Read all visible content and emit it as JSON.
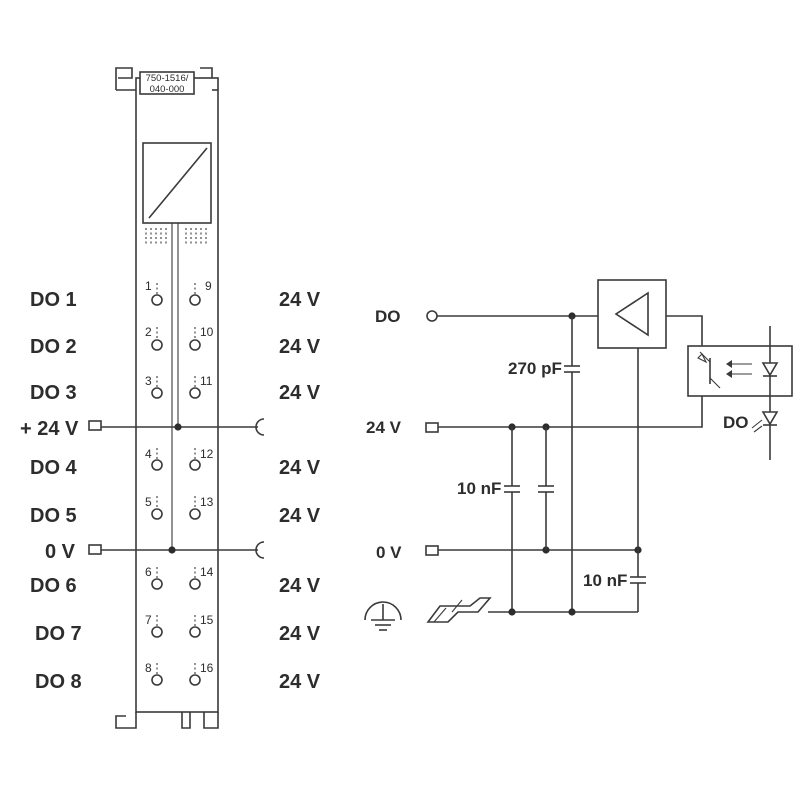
{
  "module": {
    "part_number_line1": "750-1516/",
    "part_number_line2": "040-000"
  },
  "left_labels": {
    "do1": "DO 1",
    "do2": "DO 2",
    "do3": "DO 3",
    "plus24v": "+ 24 V",
    "do4": "DO 4",
    "do5": "DO 5",
    "zero_v": "0 V",
    "do6": "DO 6",
    "do7": "DO 7",
    "do8": "DO 8"
  },
  "right_labels": {
    "r1": "24 V",
    "r2": "24 V",
    "r3": "24 V",
    "r4": "24 V",
    "r5": "24 V",
    "r6": "24 V",
    "r7": "24 V",
    "r8": "24 V"
  },
  "terminals": [
    "1",
    "2",
    "3",
    "4",
    "5",
    "6",
    "7",
    "8",
    "9",
    "10",
    "11",
    "12",
    "13",
    "14",
    "15",
    "16"
  ],
  "circuit": {
    "do_label": "DO",
    "v24_label": "24 V",
    "v0_label": "0 V",
    "cap_270pf": "270 pF",
    "cap_10nf_a": "10 nF",
    "cap_10nf_b": "10 nF",
    "led_do_label": "DO"
  }
}
